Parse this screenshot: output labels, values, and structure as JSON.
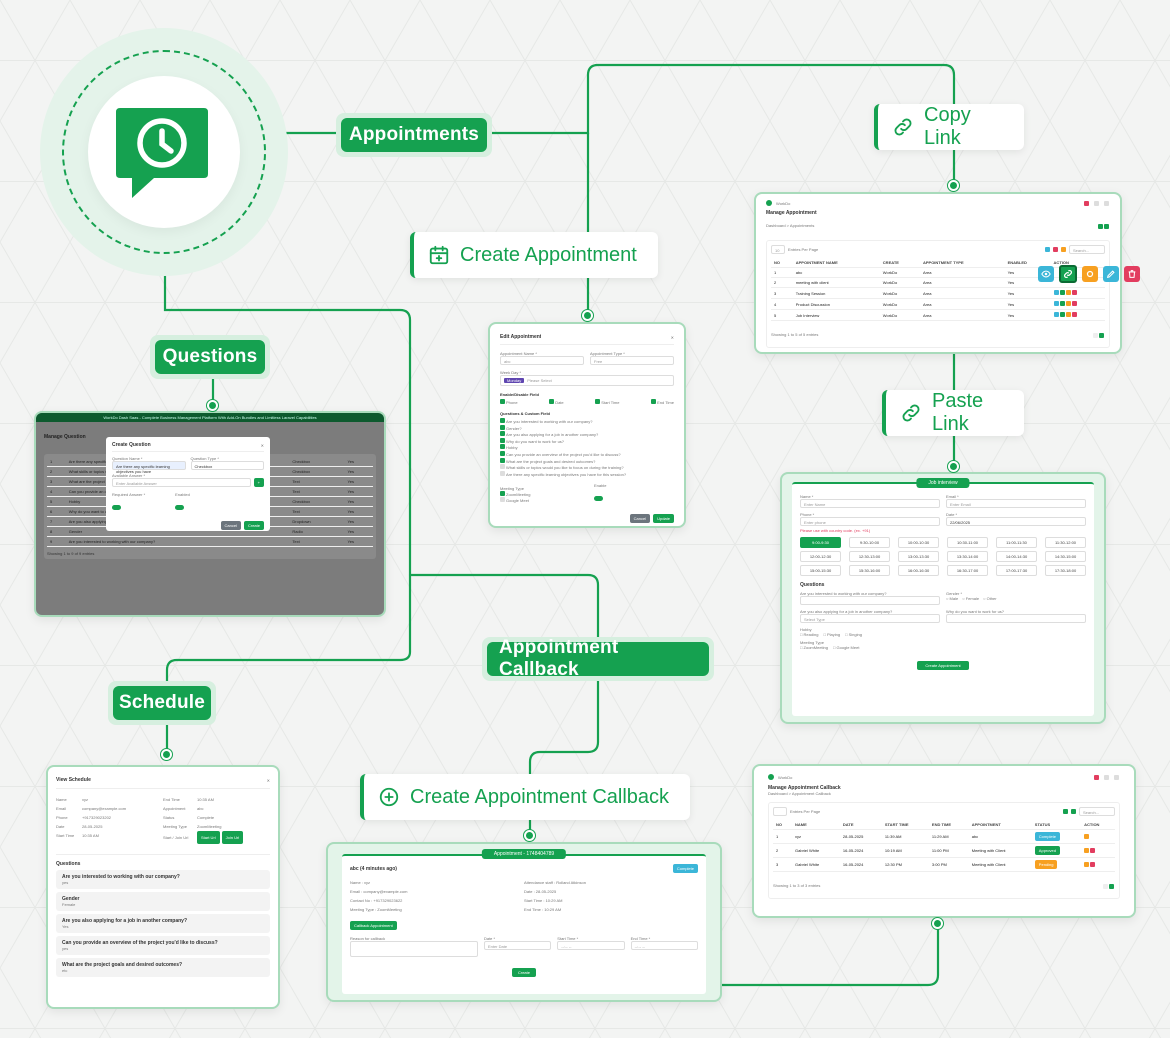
{
  "labels": {
    "appointments": "Appointments",
    "questions": "Questions",
    "schedule": "Schedule",
    "callback": "Appointment Callback",
    "copy_link": "Copy Link",
    "create_appointment": "Create Appointment",
    "paste_link": "Paste Link",
    "create_callback": "Create Appointment Callback"
  },
  "colors": {
    "accent": "#15a150",
    "pale": "#d6efdf",
    "border": "#a8dbbb"
  },
  "icons": {
    "hub": "clock-chat-icon",
    "copy": "link-icon",
    "create": "calendar-plus-icon",
    "paste": "link-icon",
    "create_callback": "plus-circle-icon"
  },
  "manage_appointment": {
    "brand": "WorkDo",
    "title": "Manage Appointment",
    "crumb": "Dashboard  >  Appointments",
    "entries_label": "Entries Per Page",
    "entries_value": "10",
    "search": "Search...",
    "headers": [
      "NO",
      "APPOINTMENT NAME",
      "CREATE",
      "APPOINTMENT TYPE",
      "ENABLED",
      "ACTION"
    ],
    "rows": [
      [
        "1",
        "abc",
        "WorkDo",
        "Area",
        "Yes"
      ],
      [
        "2",
        "meeting with client",
        "WorkDo",
        "Area",
        "Yes"
      ],
      [
        "3",
        "Training Session",
        "WorkDo",
        "Area",
        "Yes"
      ],
      [
        "4",
        "Product Discussion",
        "WorkDo",
        "Area",
        "Yes"
      ],
      [
        "5",
        "Job Interview",
        "WorkDo",
        "Area",
        "Yes"
      ]
    ],
    "footer": "Showing 1 to 5 of 5 entries"
  },
  "edit_appointment": {
    "title": "Edit Appointment",
    "name_label": "Appointment Name *",
    "name_value": "abc",
    "type_label": "Appointment Type *",
    "type_value": "Free",
    "week_label": "Week Day *",
    "week_chip": "Monday",
    "week_placeholder": "Please Select",
    "fields_title": "Enable/Disable Field",
    "fields": [
      "Phone",
      "Date",
      "Start Time",
      "End Time"
    ],
    "questions_title": "Questions & Custom Field",
    "questions": [
      "Are you interested to working with our company?",
      "Gender?",
      "Are you also applying for a job in another company?",
      "Why do you want to work for us?",
      "Hobby",
      "Can you provide an overview of the project you'd like to discuss?",
      "What are the project goals and desired outcomes?",
      "What skills or topics would you like to focus on during the training?",
      "Are there any specific learning objectives you have for this session?"
    ],
    "meeting_label": "Meeting Type",
    "meeting_options": [
      "ZoomMeeting",
      "Google Meet"
    ],
    "enable_label": "Enable",
    "cancel": "Cancel",
    "update": "Update"
  },
  "questions_screen": {
    "banner": "WorkDo Dash Saas - Complete Business Management Platform With Add-On Bundles and Limitless Laravel Capabilities",
    "title": "Manage Question",
    "modal_title": "Create Question",
    "q_name_label": "Question Name *",
    "q_name_value": "Are there any specific learning objectives you have",
    "q_type_label": "Question Type *",
    "q_type_value": "Checkbox",
    "answer_label": "Available Answer *",
    "answer_placeholder": "Enter Available Answer",
    "required_label": "Required Answer *",
    "enable_label": "Enabled",
    "cancel": "Cancel",
    "create": "Create",
    "rows": [
      [
        "1",
        "Are there any specific learning objectives you have",
        "Checkbox",
        "Yes"
      ],
      [
        "2",
        "What skills or topics would you like to focus on",
        "Checkbox",
        "Yes"
      ],
      [
        "3",
        "What are the project goals and desired outcomes?",
        "Text",
        "Yes"
      ],
      [
        "4",
        "Can you provide an overview of the project",
        "Text",
        "Yes"
      ],
      [
        "5",
        "Hobby",
        "Checkbox",
        "Yes"
      ],
      [
        "6",
        "Why do you want to work for us?",
        "Text",
        "Yes"
      ],
      [
        "7",
        "Are you also applying for a job in another company?",
        "Dropdown",
        "Yes"
      ],
      [
        "8",
        "Gender",
        "Radio",
        "Yes"
      ],
      [
        "9",
        "Are you interested to working with our company?",
        "Text",
        "Yes"
      ]
    ],
    "footer": "Showing 1 to 9 of 9 entries"
  },
  "job_interview": {
    "header": "Job interview",
    "name_label": "Name *",
    "name_ph": "Enter Name",
    "email_label": "Email *",
    "email_ph": "Enter Email",
    "phone_label": "Phone *",
    "phone_ph": "Enter phone",
    "date_label": "Date *",
    "date_value": "22/06/2025",
    "phone_hint": "Please use with country code. (ex. +91)",
    "slots": [
      "9:00-9:30",
      "9:30-10:00",
      "10:00-10:30",
      "10:30-11:00",
      "11:00-11:30",
      "11:30-12:00",
      "12:00-12:30",
      "12:30-13:00",
      "13:00-13:30",
      "13:30-14:00",
      "14:00-14:30",
      "14:30-15:00",
      "15:00-15:30",
      "15:30-16:00",
      "16:00-16:30",
      "16:30-17:00",
      "17:00-17:30",
      "17:30-18:00"
    ],
    "questions_title": "Questions",
    "q1": "Are you interested to working with our company?",
    "q2": "Gender *",
    "q2_opts": [
      "Male",
      "Female",
      "Other"
    ],
    "q3": "Are you also applying for a job in another company?",
    "q3_value": "Select Type",
    "q4": "Why do you want to work for us?",
    "hobby_label": "Hobby",
    "hobby_opts": [
      "Reading",
      "Playing",
      "Singing"
    ],
    "meeting_label": "Meeting Type",
    "meeting_opts": [
      "ZoomMeeting",
      "Google Meet"
    ],
    "submit": "Create Appointment"
  },
  "view_schedule": {
    "title": "View Schedule",
    "left": [
      [
        "Name",
        "xyz"
      ],
      [
        "Email",
        "company@example.com"
      ],
      [
        "Phone",
        "+917329023202"
      ],
      [
        "Date",
        "28-05-2025"
      ],
      [
        "Start Time",
        "10:35 AM"
      ]
    ],
    "right": [
      [
        "End Time",
        "10:35 AM"
      ],
      [
        "Appointment",
        "abc"
      ],
      [
        "Status",
        "Complete"
      ],
      [
        "Meeting Type",
        "ZoomMeeting"
      ],
      [
        "Start / Join Url",
        ""
      ]
    ],
    "start_btn": "Start Url",
    "join_btn": "Join Url",
    "questions_title": "Questions",
    "qa": [
      [
        "Are you interested to working with our company?",
        "yes"
      ],
      [
        "Gender",
        "Female"
      ],
      [
        "Are you also applying for a job in another company?",
        "Yes"
      ],
      [
        "Can you provide an overview of the project you'd like to discuss?",
        "yes"
      ],
      [
        "What are the project goals and desired outcomes?",
        "etc"
      ]
    ]
  },
  "callback_form": {
    "header": "Appointment - 1748404789",
    "name_line": "abc (4 minutes ago)",
    "badge": "Complete",
    "left": [
      [
        "Name",
        "xyz"
      ],
      [
        "Email",
        "company@example.com"
      ],
      [
        "Contact No",
        "+917329023622"
      ],
      [
        "Meeting Type",
        "ZoomMeeting"
      ]
    ],
    "right": [
      [
        "Attendance staff",
        "Rolland Atkinson"
      ],
      [
        "Date",
        "28-05-2025"
      ],
      [
        "Start Time",
        "10:29 AM"
      ],
      [
        "End Time",
        "10:29 AM"
      ]
    ],
    "callback_btn": "Callback Appointment",
    "reason_label": "Reason for callback",
    "date_label": "Date *",
    "date_ph": "Enter Date",
    "start_label": "Start Time *",
    "start_ph": "--:-- --",
    "end_label": "End Time *",
    "end_ph": "--:-- --",
    "create": "Create"
  },
  "manage_callback": {
    "brand": "WorkDo",
    "title": "Manage Appointment Callback",
    "crumb": "Dashboard  >  Appointment Callback",
    "entries_label": "Entries Per Page",
    "search": "Search...",
    "headers": [
      "NO",
      "NAME",
      "DATE",
      "START TIME",
      "END TIME",
      "APPOINTMENT",
      "STATUS",
      "ACTION"
    ],
    "rows": [
      [
        "1",
        "xyz",
        "28-05-2025",
        "11:39 AM",
        "11:29 AM",
        "abc",
        "Complete"
      ],
      [
        "2",
        "Gabriel White",
        "16-05-2024",
        "10:19 AM",
        "11:00 PM",
        "Meeting with Client",
        "Approved"
      ],
      [
        "3",
        "Gabriel White",
        "16-05-2024",
        "12:30 PM",
        "3:00 PM",
        "Meeting with Client",
        "Pending"
      ]
    ],
    "footer": "Showing 1 to 3 of 3 entries"
  }
}
